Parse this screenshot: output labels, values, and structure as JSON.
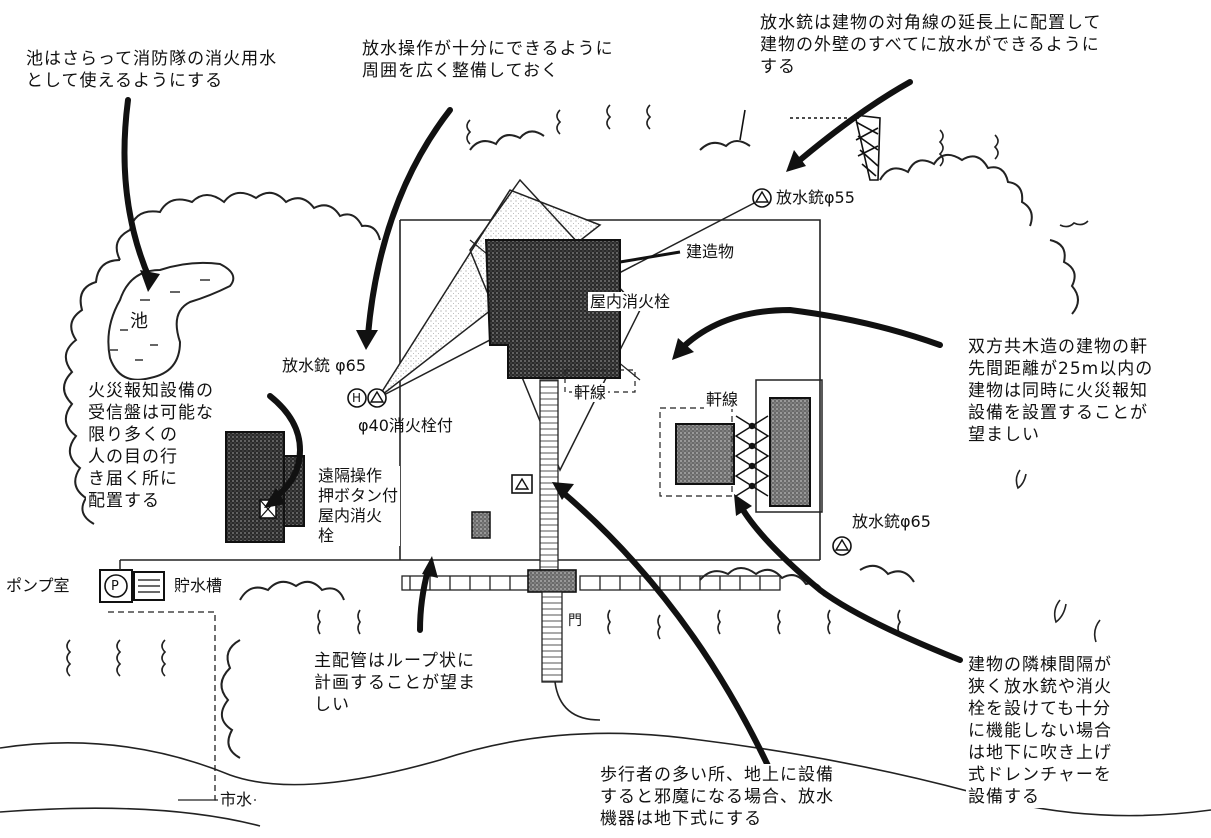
{
  "notes": {
    "pond_note": "池はさらって消防隊の消火用水\nとして使えるようにする",
    "space_note": "放水操作が十分にできるように\n周囲を広く整備しておく",
    "diagonal_note": "放水銃は建物の対角線の延長上に配置して\n建物の外壁のすべてに放水ができるように\nする",
    "wooden_note": "双方共木造の建物の軒\n先間距離が25m以内の\n建物は同時に火災報知\n設備を設置することが\n望ましい",
    "alarm_note": "火災報知設備の\n受信盤は可能な\n限り多くの\n人の目の行\nき届く所に\n配置する",
    "loop_note": "主配管はループ状に\n計画することが望ま\nしい",
    "underground_note": "歩行者の多い所、地上に設備\nすると邪魔になる場合、放水\n機器は地下式にする",
    "drencher_note": "建物の隣棟間隔が\n狭く放水銃や消火\n栓を設けても十分\nに機能しない場合\nは地下に吹き上げ\n式ドレンチャーを\n設備する"
  },
  "labels": {
    "pond": "池",
    "building": "建造物",
    "indoor_hydrant": "屋内消火栓",
    "eaves_line_1": "軒線",
    "eaves_line_2": "軒線",
    "water_cannon_top": "放水銃φ55",
    "water_cannon_left": "放水銃 φ65",
    "water_cannon_right": "放水銃φ65",
    "hydrant_attached": "φ40消火栓付",
    "remote_hydrant": "遠隔操作\n押ボタン付\n屋内消火\n栓",
    "pump_room": "ポンプ室",
    "water_tank": "貯水槽",
    "gate": "門",
    "city_water": "市水",
    "hydrant_symbol": "H",
    "pump_symbol": "P"
  }
}
